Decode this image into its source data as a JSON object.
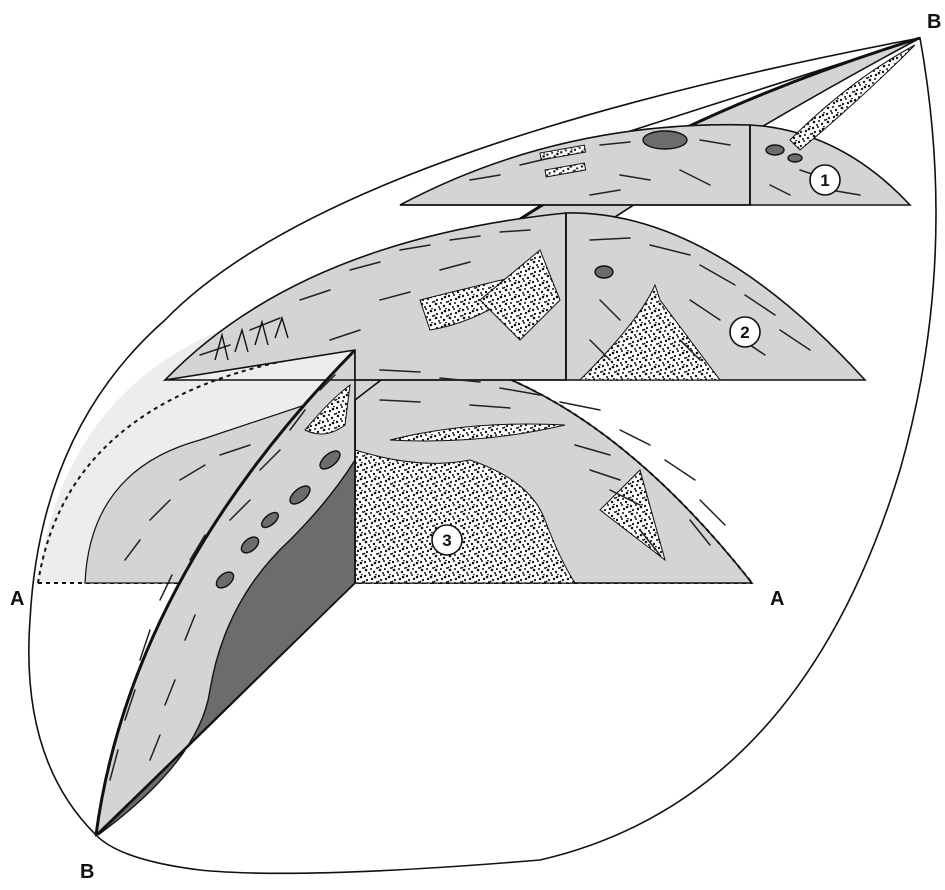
{
  "labels": {
    "b_top": "B",
    "b_bottom": "B",
    "a_left": "A",
    "a_right": "A"
  },
  "zones": [
    {
      "number": "1"
    },
    {
      "number": "2"
    },
    {
      "number": "3"
    }
  ],
  "colors": {
    "section_fill": "#d4d4d4",
    "dark_fill": "#6c6c6c",
    "stipple": "#111111",
    "line": "#111111"
  }
}
